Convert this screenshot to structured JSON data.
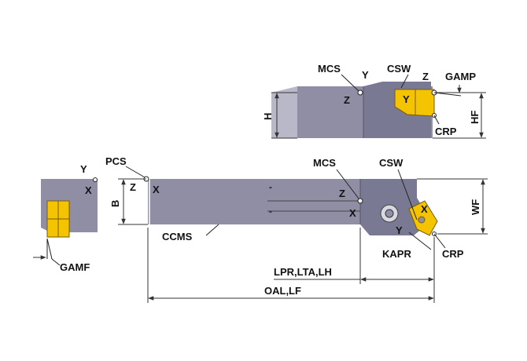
{
  "colors": {
    "body": "#8f8ea5",
    "body_dark": "#6f6e88",
    "insert": "#f5c400",
    "insert_shadow": "#c89600",
    "line": "#222222",
    "dim_line": "#333333"
  },
  "top_view": {
    "labels": {
      "mcs": "MCS",
      "y": "Y",
      "z": "Z",
      "csw": "CSW",
      "csw_z": "Z",
      "csw_y": "Y",
      "gamp": "GAMP",
      "h": "H",
      "hf": "HF",
      "crp": "CRP"
    }
  },
  "side_view": {
    "labels": {
      "y": "Y",
      "x": "X",
      "gamf": "GAMF"
    }
  },
  "main_view": {
    "labels": {
      "pcs": "PCS",
      "pcs_z": "Z",
      "pcs_x": "X",
      "b": "B",
      "ccms": "CCMS",
      "mcs": "MCS",
      "csw": "CSW",
      "mcs_z": "Z",
      "mcs_x": "X",
      "csw_x": "X",
      "csw_y": "Y",
      "wf": "WF",
      "kapr": "KAPR",
      "crp": "CRP",
      "lpr": "LPR,LTA,LH",
      "oal": "OAL,LF"
    }
  }
}
